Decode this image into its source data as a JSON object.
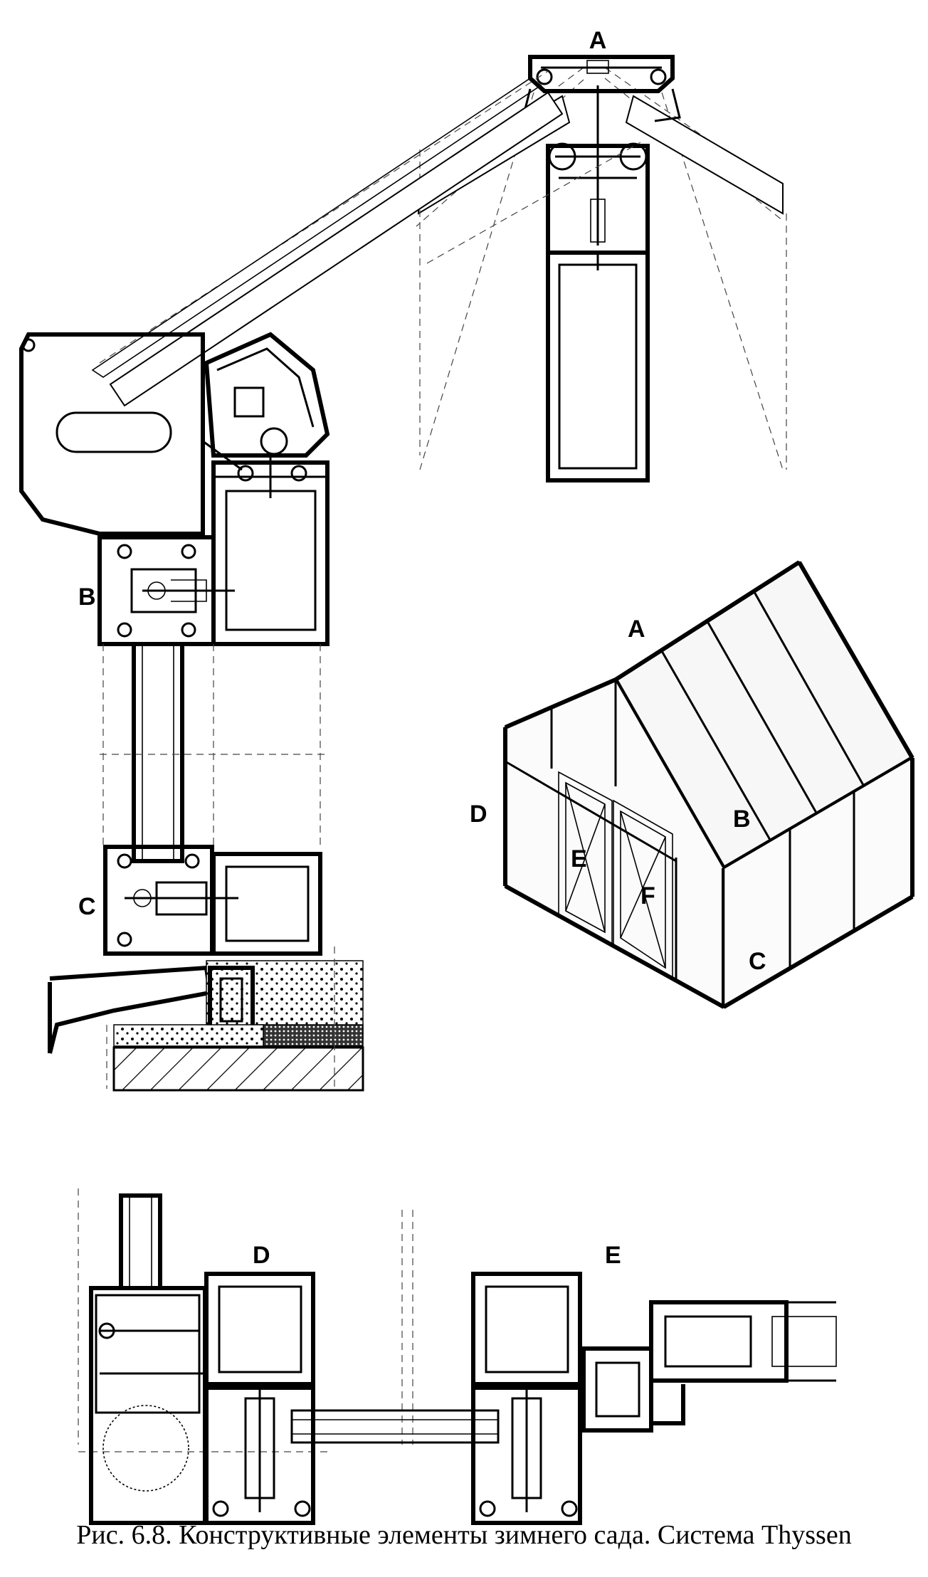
{
  "labels": {
    "section_a": "A",
    "section_b": "B",
    "section_c": "C",
    "iso_a": "A",
    "iso_b": "B",
    "iso_c": "C",
    "iso_d": "D",
    "iso_e": "E",
    "iso_f": "F",
    "plan_d": "D",
    "plan_e": "E"
  },
  "caption": "Рис. 6.8. Конструктивные элементы зимнего сада.  Система Thyssen"
}
